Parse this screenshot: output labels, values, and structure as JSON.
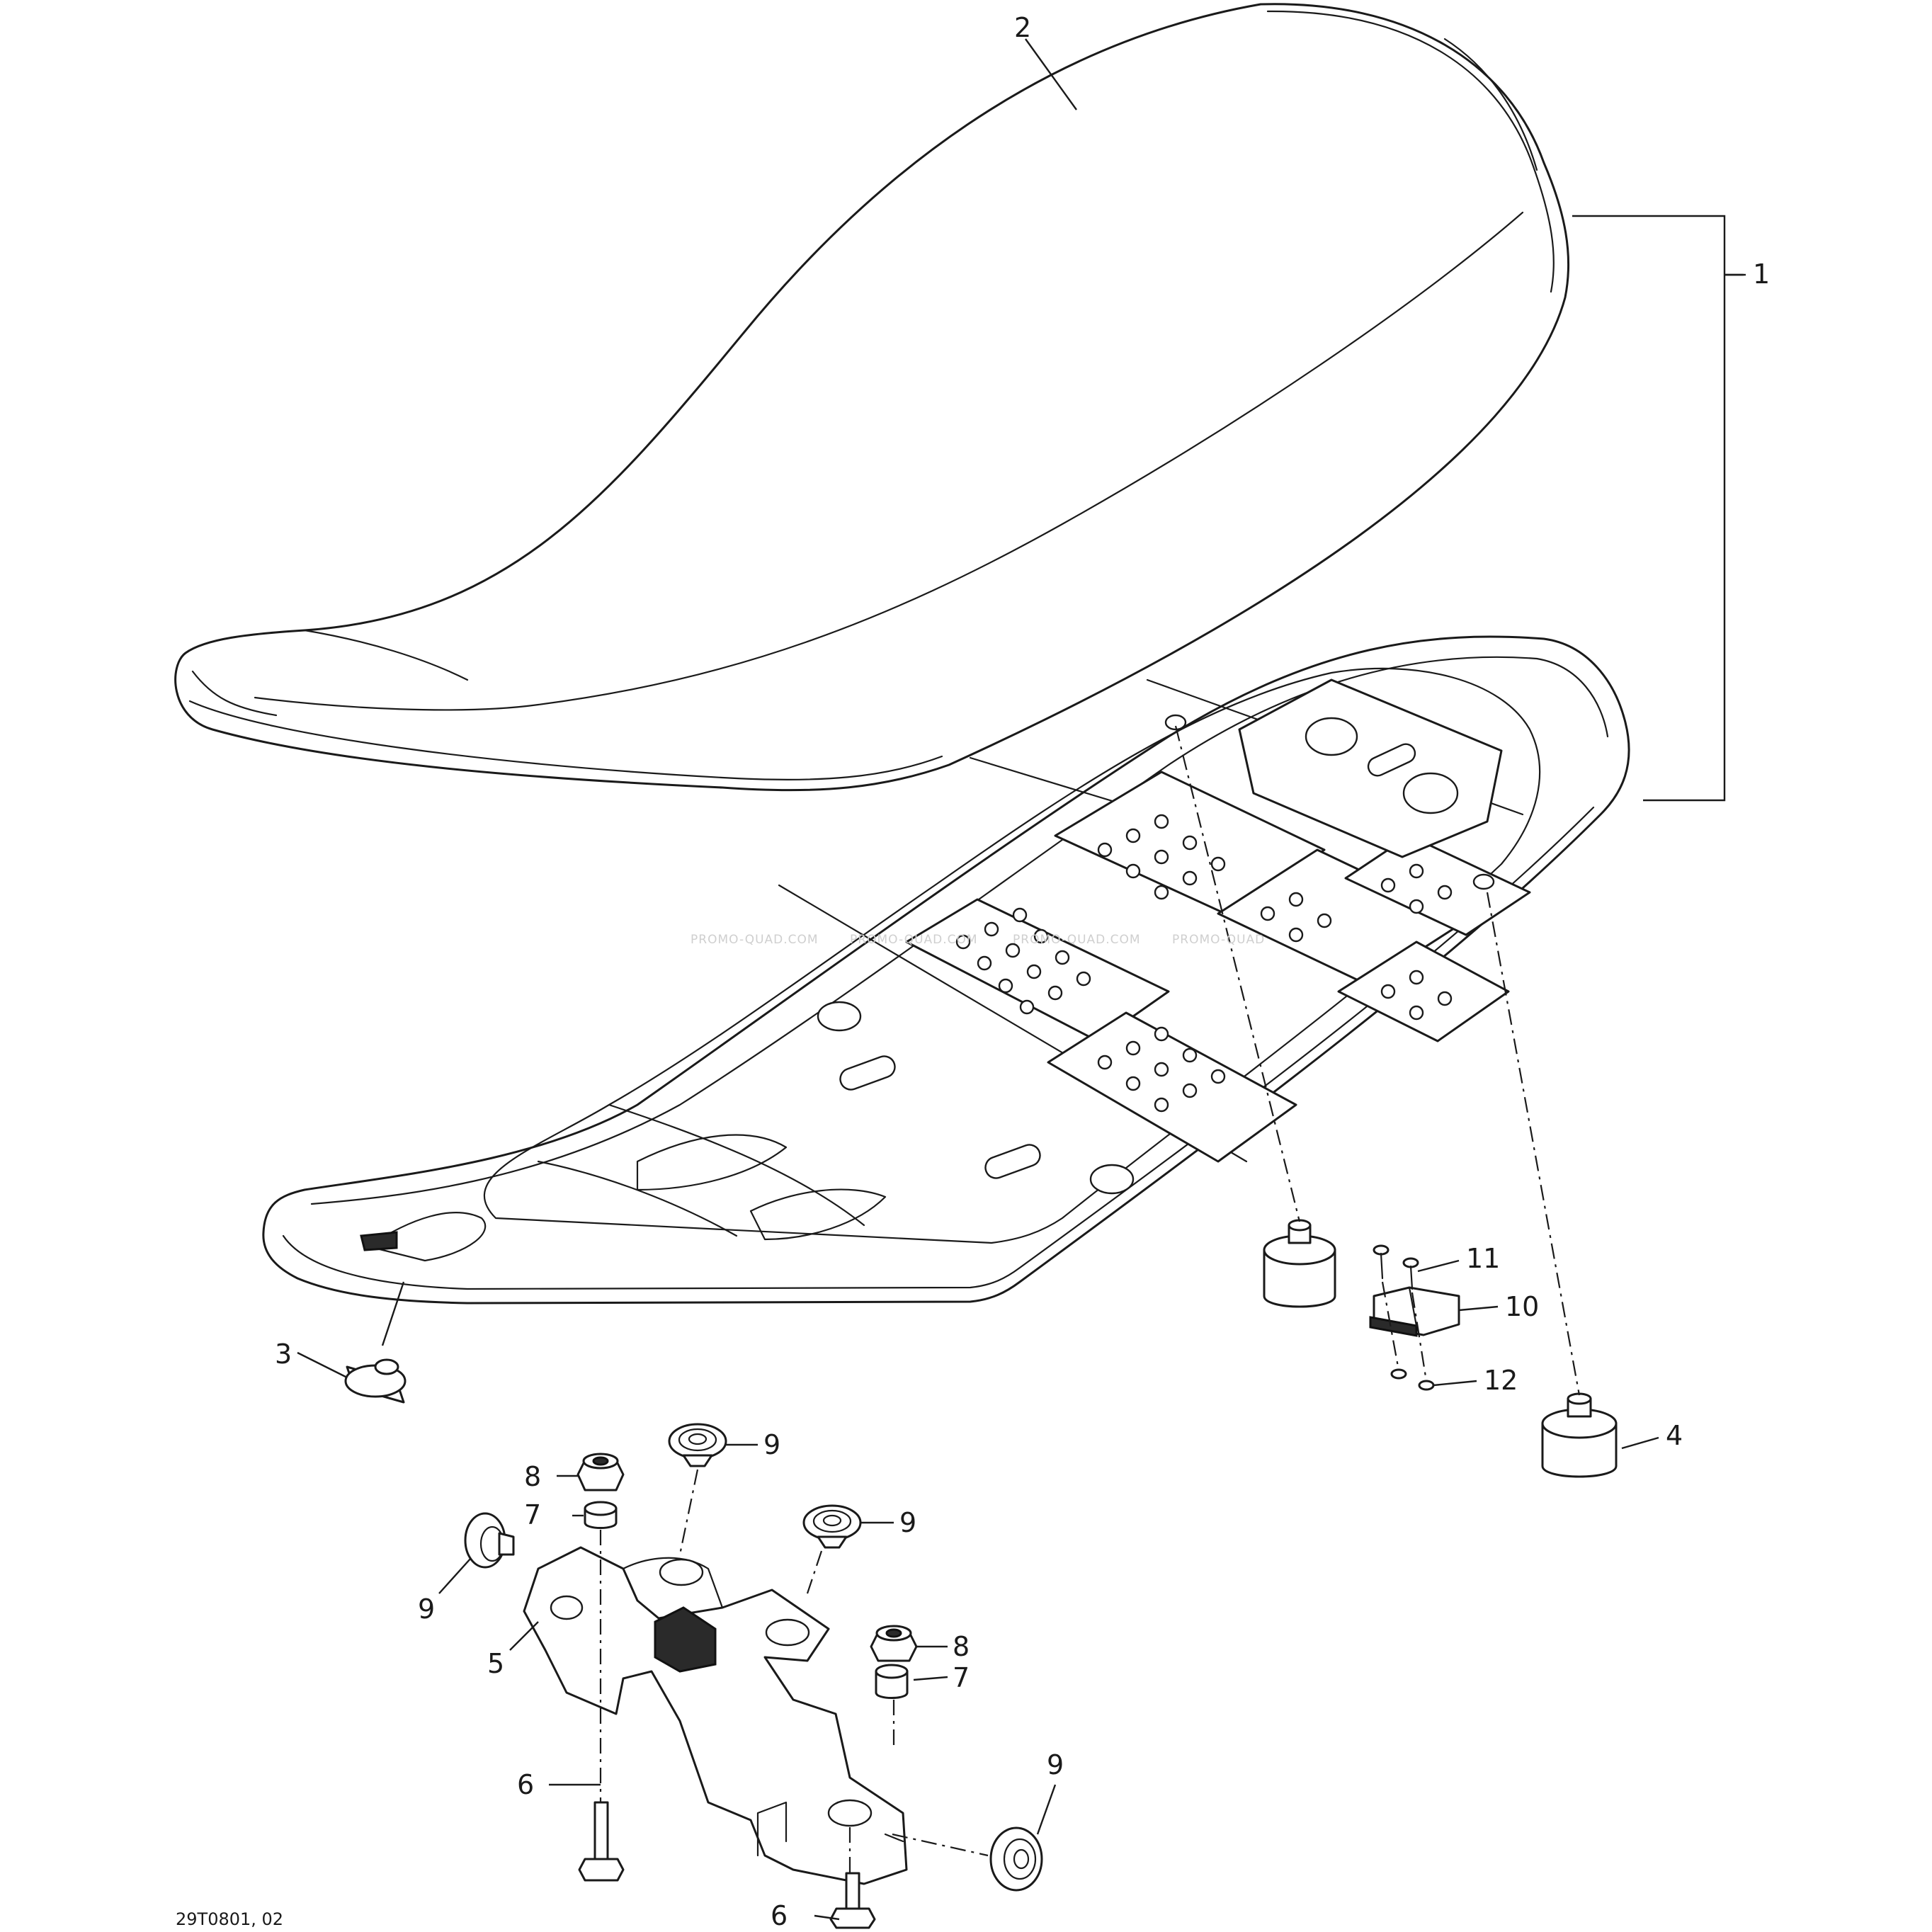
{
  "diagram": {
    "drawing_number": "29T0801, 02",
    "watermarks": [
      "PROMO-QUAD.COM",
      "PROMO-QUAD.COM",
      "PROMO-QUAD.COM",
      "PROMO-QUAD"
    ],
    "callouts": [
      {
        "id": "c1",
        "label": "1"
      },
      {
        "id": "c2",
        "label": "2"
      },
      {
        "id": "c3",
        "label": "3"
      },
      {
        "id": "c4",
        "label": "4"
      },
      {
        "id": "c5",
        "label": "5"
      },
      {
        "id": "c6a",
        "label": "6"
      },
      {
        "id": "c6b",
        "label": "6"
      },
      {
        "id": "c7a",
        "label": "7"
      },
      {
        "id": "c7b",
        "label": "7"
      },
      {
        "id": "c8a",
        "label": "8"
      },
      {
        "id": "c8b",
        "label": "8"
      },
      {
        "id": "c9a",
        "label": "9"
      },
      {
        "id": "c9b",
        "label": "9"
      },
      {
        "id": "c9c",
        "label": "9"
      },
      {
        "id": "c9d",
        "label": "9"
      },
      {
        "id": "c10",
        "label": "10"
      },
      {
        "id": "c11",
        "label": "11"
      },
      {
        "id": "c12",
        "label": "12"
      }
    ]
  }
}
